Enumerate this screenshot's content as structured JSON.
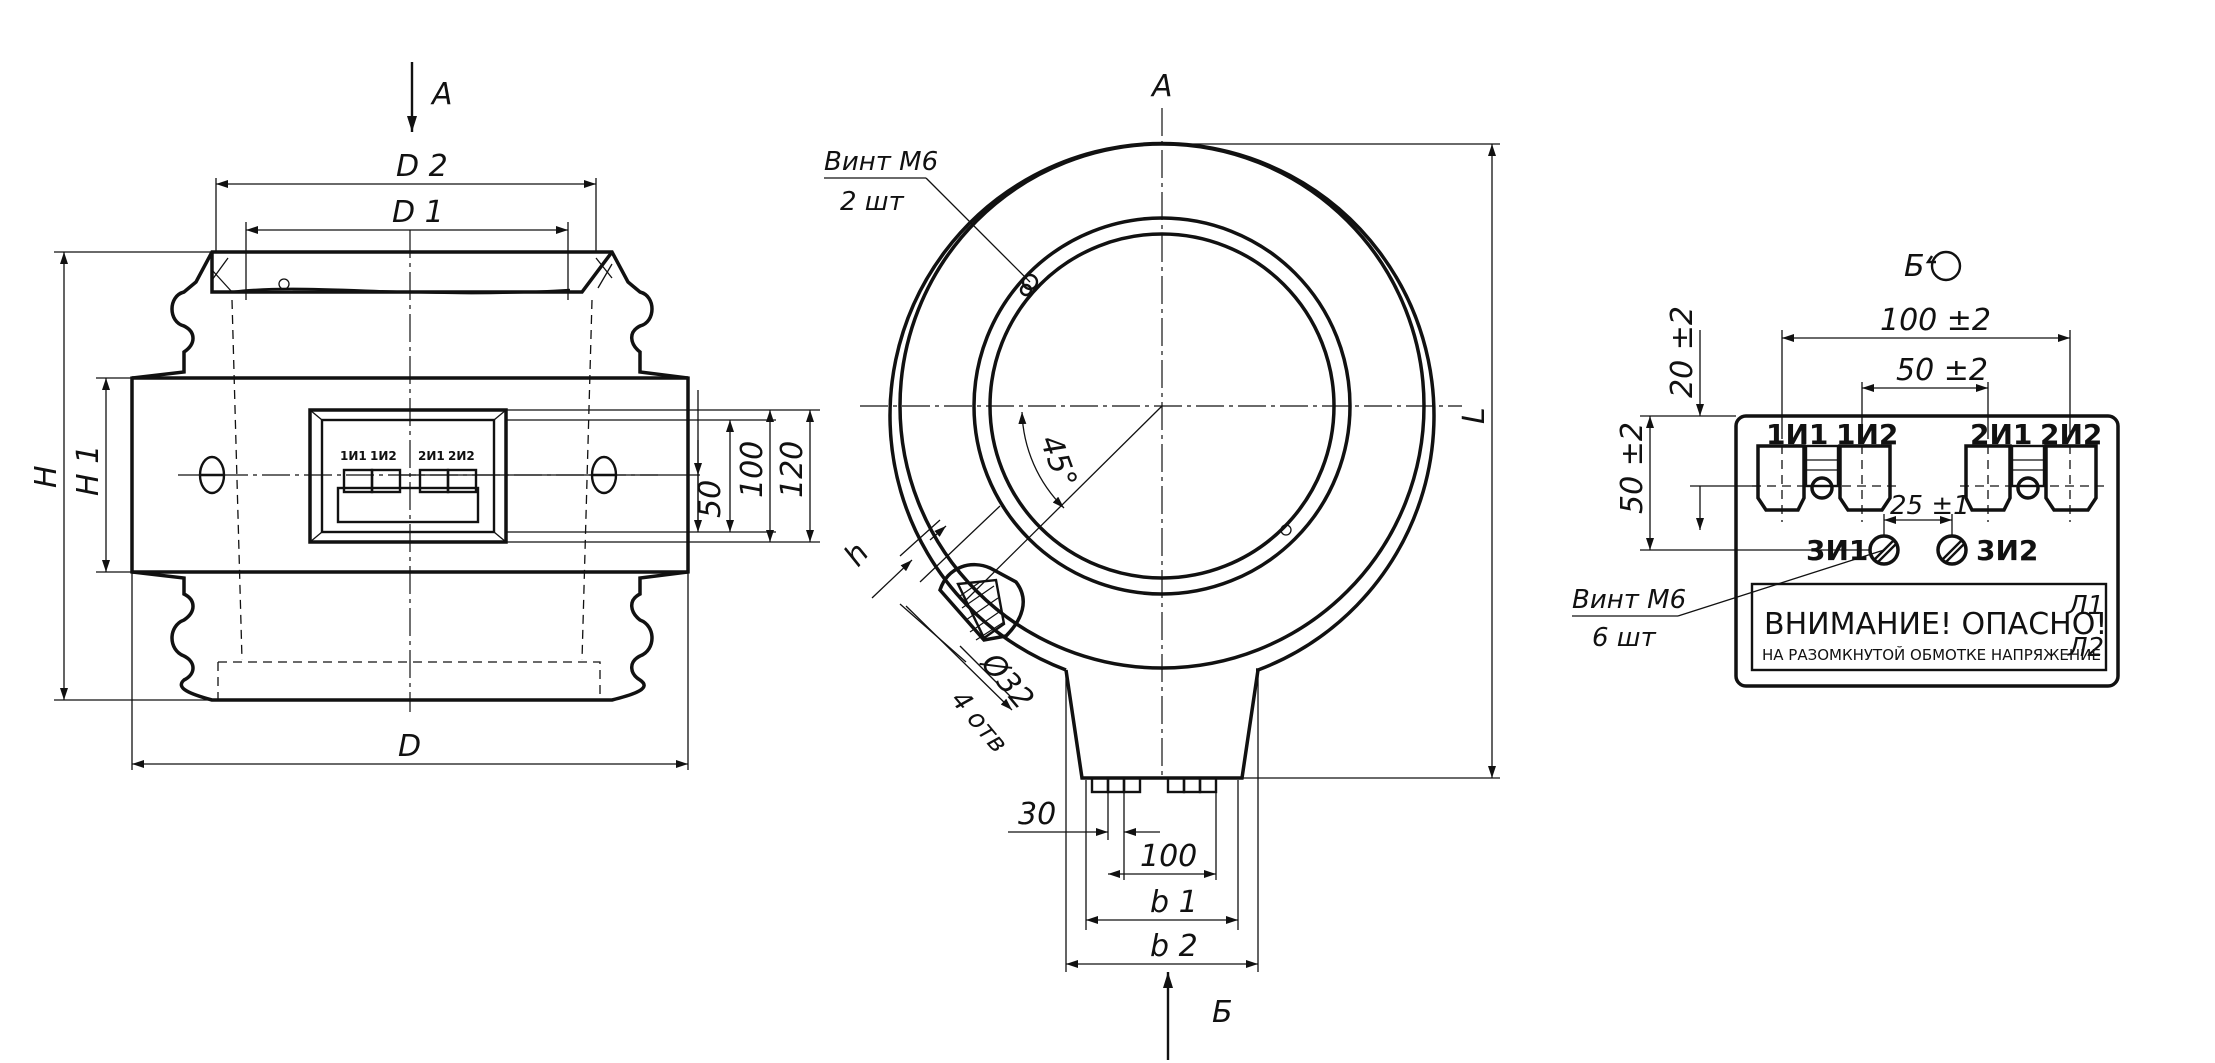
{
  "labels": {
    "view_a_arrow": "А",
    "view_a_title": "А",
    "view_b_arrow": "Б",
    "view_b_title": "Б",
    "d2": "D 2",
    "d1": "D 1",
    "d": "D",
    "h": "H",
    "h1": "H 1",
    "l": "L",
    "b1": "b 1",
    "b2": "b 2",
    "h_small": "h",
    "screw_top_line1": "Винт М6",
    "screw_top_line2": "2 шт",
    "angle": "45°",
    "hole_dia": "Ø32",
    "hole_count": "4 отв",
    "screw_panel_line1": "Винт М6",
    "screw_panel_line2": "6 шт"
  },
  "dimensions": {
    "front_50": "50",
    "front_100": "100",
    "front_120": "120",
    "bottom_30": "30",
    "bottom_100": "100",
    "panel_100": "100 ±2",
    "panel_50": "50 ±2",
    "panel_20": "20 ±2",
    "panel_50_vert": "50 ±2",
    "panel_25": "25 ±1"
  },
  "terminals": {
    "t1i1": "1И1",
    "t1i2": "1И2",
    "t2i1": "2И1",
    "t2i2": "2И2",
    "t3i1": "3И1",
    "t3i2": "3И2"
  },
  "warning": {
    "title": "ВНИМАНИЕ! ОПАСНО!",
    "subtitle": "НА РАЗОМКНУТОЙ ОБМОТКЕ НАПРЯЖЕНИЕ",
    "l1": "Л1",
    "l2": "Л2"
  }
}
